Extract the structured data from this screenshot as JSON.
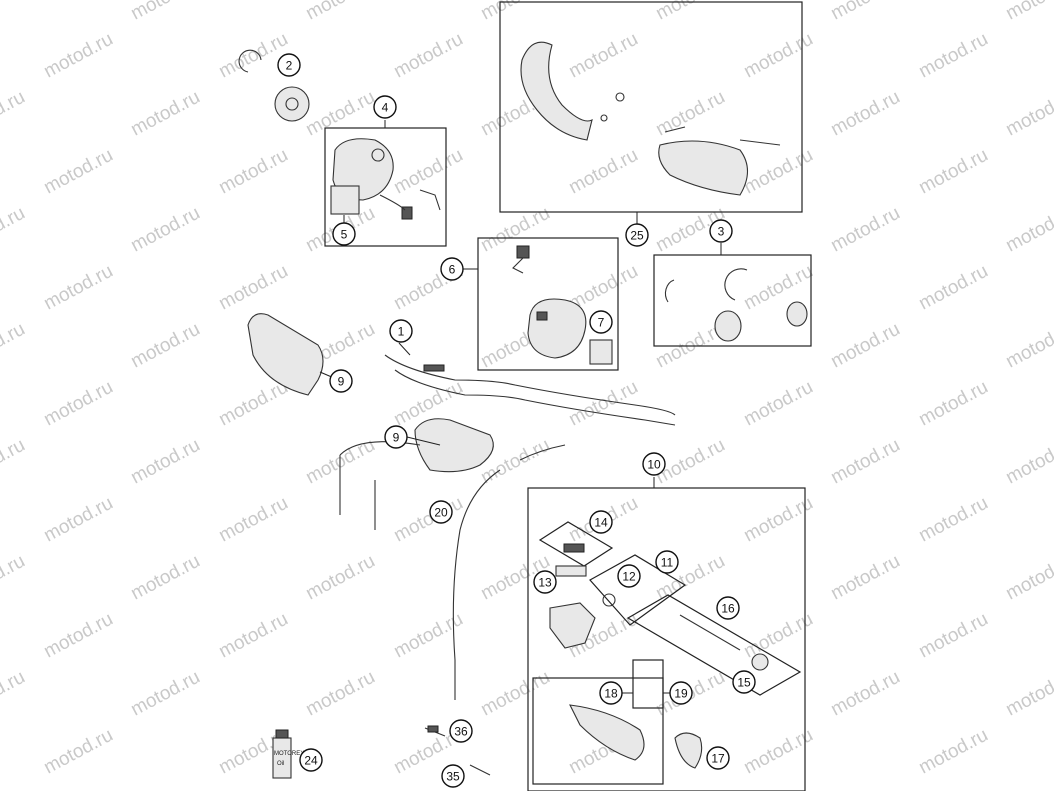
{
  "watermark": {
    "text": "motod.ru"
  },
  "callouts": [
    {
      "id": "c1",
      "label": "1"
    },
    {
      "id": "c2",
      "label": "2"
    },
    {
      "id": "c3",
      "label": "3"
    },
    {
      "id": "c4",
      "label": "4"
    },
    {
      "id": "c5",
      "label": "5"
    },
    {
      "id": "c6",
      "label": "6"
    },
    {
      "id": "c7",
      "label": "7"
    },
    {
      "id": "c9a",
      "label": "9"
    },
    {
      "id": "c9b",
      "label": "9"
    },
    {
      "id": "c10",
      "label": "10"
    },
    {
      "id": "c11",
      "label": "11"
    },
    {
      "id": "c12",
      "label": "12"
    },
    {
      "id": "c13",
      "label": "13"
    },
    {
      "id": "c14",
      "label": "14"
    },
    {
      "id": "c15",
      "label": "15"
    },
    {
      "id": "c16",
      "label": "16"
    },
    {
      "id": "c17",
      "label": "17"
    },
    {
      "id": "c18",
      "label": "18"
    },
    {
      "id": "c19",
      "label": "19"
    },
    {
      "id": "c20",
      "label": "20"
    },
    {
      "id": "c24",
      "label": "24"
    },
    {
      "id": "c25",
      "label": "25"
    },
    {
      "id": "c35",
      "label": "35"
    },
    {
      "id": "c36",
      "label": "36"
    }
  ],
  "grease_tube": {
    "line1": "MOTOREX",
    "line2": "Oil"
  }
}
